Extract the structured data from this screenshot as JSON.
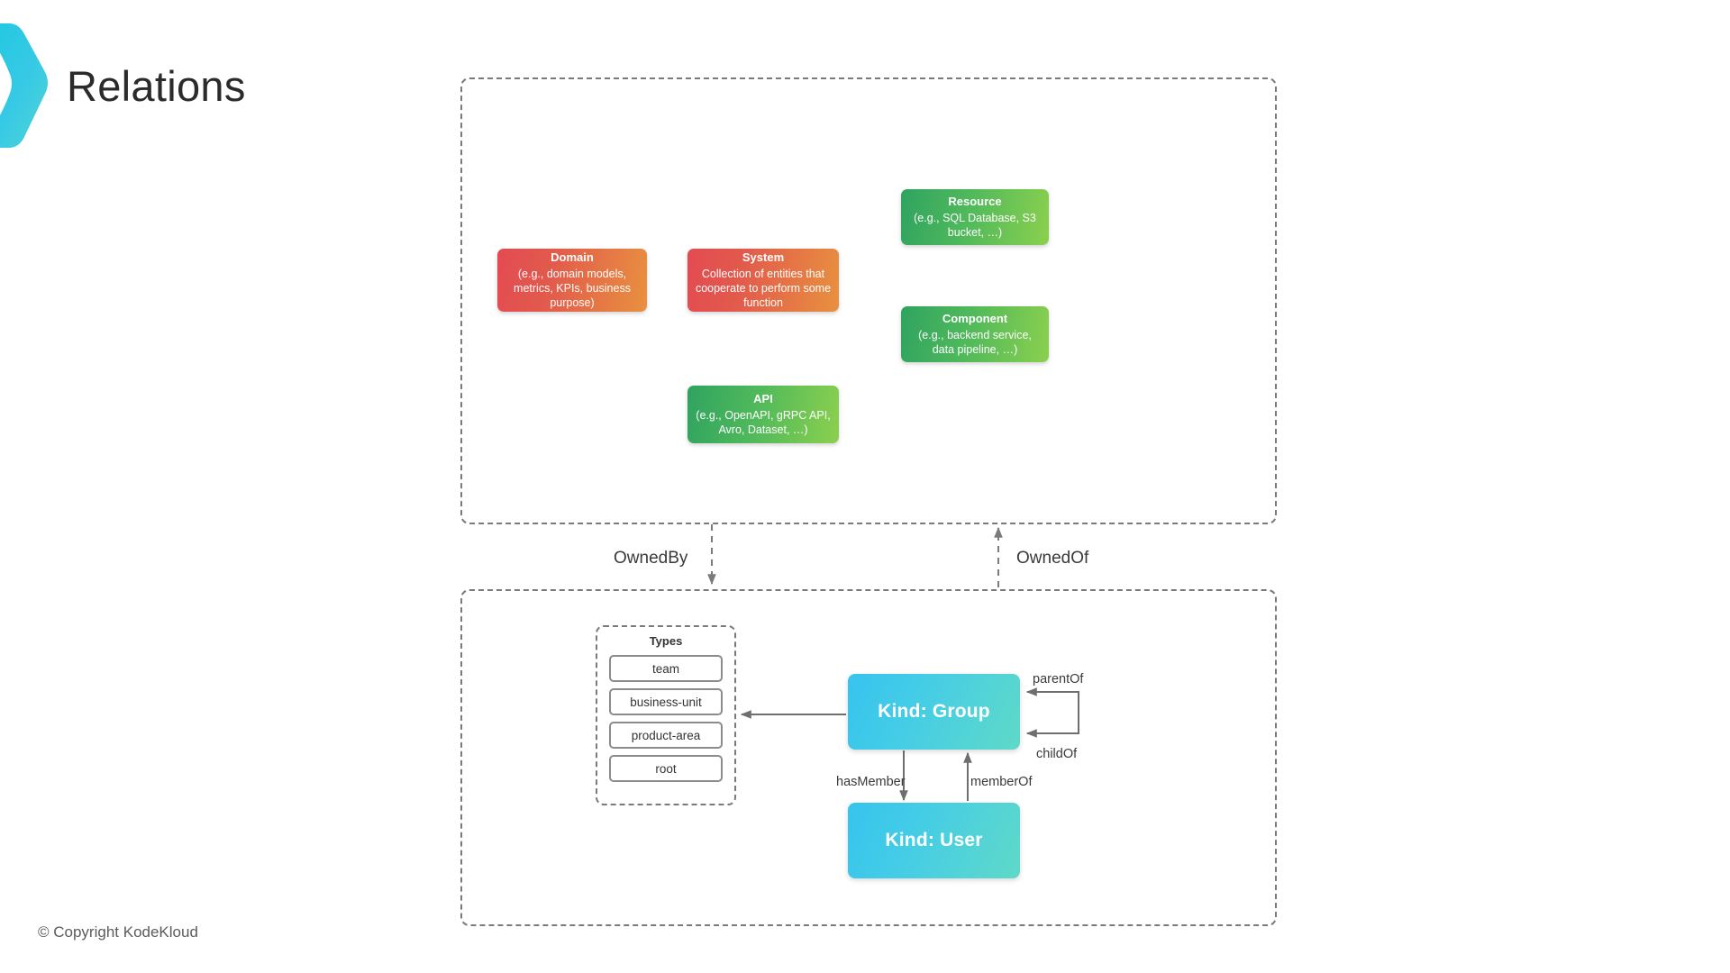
{
  "slide": {
    "title": "Relations",
    "copyright": "© Copyright KodeKloud",
    "brand_logo_icon": "kodekloud-chevron-icon"
  },
  "colors": {
    "warm_gradient_start": "#e34b52",
    "warm_gradient_end": "#e8913f",
    "green_gradient_start": "#2fa360",
    "green_gradient_end": "#8bd04e",
    "cyan_gradient_start": "#36c4ee",
    "cyan_gradient_end": "#5fd9c7",
    "dashed_border": "#7a7a7a",
    "connector_line": "#6e6e6e",
    "text_dark": "#333333"
  },
  "entity_container": {
    "name": "entity-kinds-group",
    "cards": [
      {
        "id": "domain",
        "title": "Domain",
        "desc": "(e.g., domain models, metrics, KPIs, business purpose)",
        "palette": "warm"
      },
      {
        "id": "system",
        "title": "System",
        "desc": "Collection of entities that cooperate to perform some function",
        "palette": "warm"
      },
      {
        "id": "resource",
        "title": "Resource",
        "desc": "(e.g., SQL Database, S3 bucket, …)",
        "palette": "green"
      },
      {
        "id": "component",
        "title": "Component",
        "desc": "(e.g., backend service, data pipeline, …)",
        "palette": "green"
      },
      {
        "id": "api",
        "title": "API",
        "desc": "(e.g., OpenAPI, gRPC API, Avro, Dataset, …)",
        "palette": "green"
      }
    ]
  },
  "cross_relations": [
    {
      "id": "ownedby",
      "label": "OwnedBy",
      "direction": "down"
    },
    {
      "id": "ownedof",
      "label": "OwnedOf",
      "direction": "up"
    }
  ],
  "org_container": {
    "name": "org-kinds-group",
    "types": {
      "title": "Types",
      "items": [
        "team",
        "business-unit",
        "product-area",
        "root"
      ]
    },
    "kinds": [
      {
        "id": "group",
        "label": "Kind: Group"
      },
      {
        "id": "user",
        "label": "Kind: User"
      }
    ],
    "relations": [
      {
        "id": "parentof",
        "label": "parentOf",
        "from": "group",
        "to": "group"
      },
      {
        "id": "childof",
        "label": "childOf",
        "from": "group",
        "to": "group"
      },
      {
        "id": "hasmember",
        "label": "hasMember",
        "from": "group",
        "to": "user"
      },
      {
        "id": "memberof",
        "label": "memberOf",
        "from": "user",
        "to": "group"
      }
    ]
  }
}
